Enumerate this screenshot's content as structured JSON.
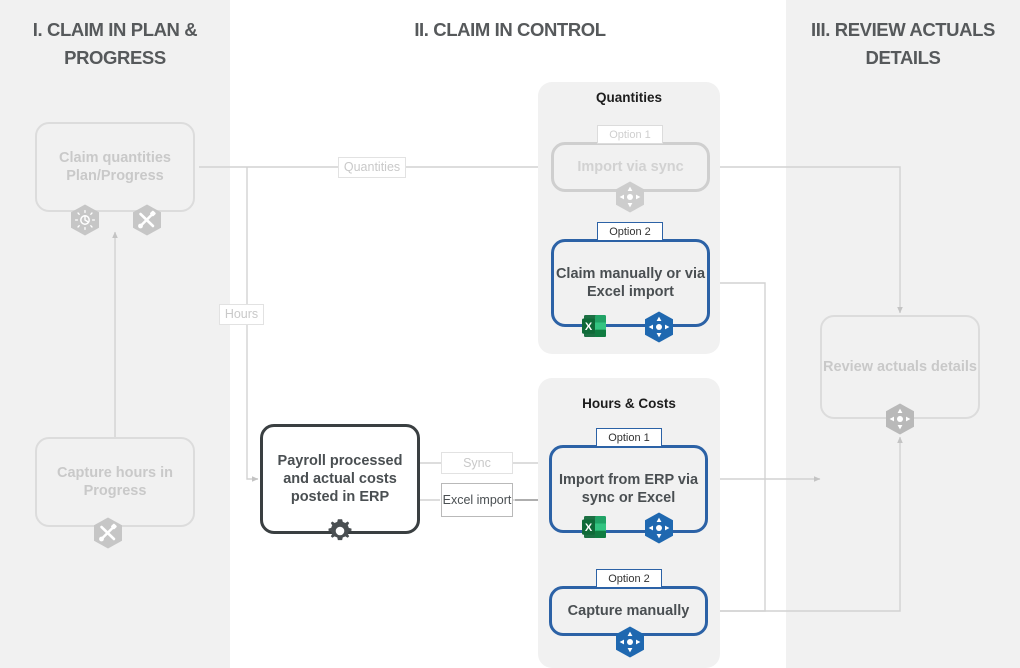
{
  "columns": [
    {
      "id": "plan-progress",
      "title": "I. CLAIM IN PLAN & PROGRESS"
    },
    {
      "id": "claim-control",
      "title": "II. CLAIM IN CONTROL"
    },
    {
      "id": "review-actuals",
      "title": "III. REVIEW ACTUALS DETAILS"
    }
  ],
  "nodes": {
    "claim_quantities": {
      "label": "Claim quantities Plan/Progress",
      "state": "disabled"
    },
    "capture_hours": {
      "label": "Capture hours in Progress",
      "state": "disabled"
    },
    "payroll": {
      "label": "Payroll processed and actual costs posted in ERP",
      "state": "active"
    },
    "import_via_sync": {
      "label": "Import via sync",
      "state": "disabled"
    },
    "claim_manually": {
      "label": "Claim manually or via Excel import",
      "state": "active"
    },
    "import_from_erp": {
      "label": "Import from ERP via sync or Excel",
      "state": "active"
    },
    "capture_manually": {
      "label": "Capture manually",
      "state": "active"
    },
    "review_actuals": {
      "label": "Review actuals details",
      "state": "disabled"
    }
  },
  "panels": {
    "quantities": {
      "title": "Quantities"
    },
    "hours_costs": {
      "title": "Hours & Costs"
    }
  },
  "option_tags": {
    "quantities_opt1": "Option 1",
    "quantities_opt2": "Option 2",
    "hours_opt1": "Option 1",
    "hours_opt2": "Option 2"
  },
  "edge_labels": {
    "quantities": "Quantities",
    "hours": "Hours",
    "sync": "Sync",
    "excel_import": "Excel import"
  },
  "icons": {
    "claim_quantities_time": "time-hexagon-icon",
    "claim_quantities_tools": "tools-hexagon-icon",
    "capture_hours_tools": "tools-hexagon-icon",
    "payroll_gear": "gear-icon",
    "import_via_sync_move": "move-hexagon-icon",
    "claim_manually_excel": "excel-icon",
    "claim_manually_move": "move-hexagon-icon",
    "import_from_erp_excel": "excel-icon",
    "import_from_erp_move": "move-hexagon-icon",
    "capture_manually_move": "move-hexagon-icon",
    "review_actuals_move": "move-hexagon-icon"
  },
  "colors": {
    "column_background": "#f1f1f1",
    "panel_background": "#f1f1f1",
    "heading_text": "#56595b",
    "active_border_blue": "#2c62a6",
    "active_border_dark": "#3a3f41",
    "disabled_border": "#dcdcdc",
    "disabled_text": "#c9c9c9",
    "body_text": "#4a4f52",
    "excel_green": "#1d7044",
    "move_icon_blue": "#1f68b0",
    "connector_line": "#cfcfcf"
  }
}
